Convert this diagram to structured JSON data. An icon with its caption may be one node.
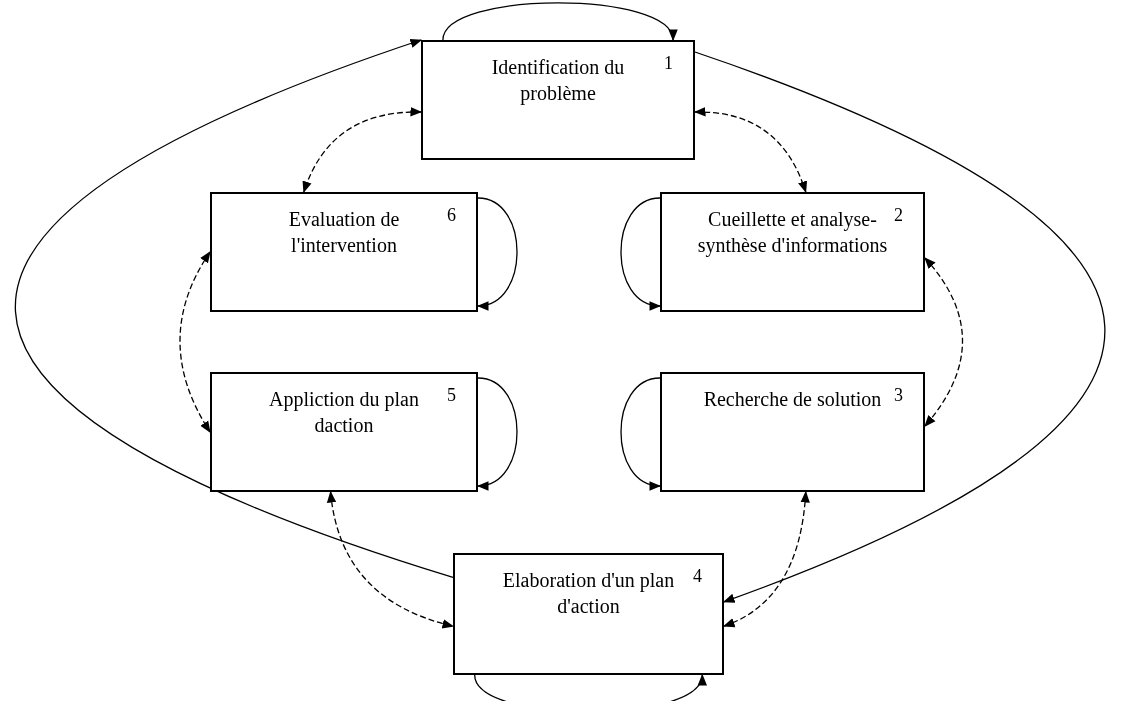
{
  "diagram": {
    "nodes": [
      {
        "text": [
          "Identification du problème",
          "1"
        ]
      },
      {
        "text": [
          "Evaluation de l'intervention",
          "6"
        ]
      },
      {
        "text": [
          "Cueillette et analyse-synthèse d'informations",
          "2"
        ]
      },
      {
        "text": [
          "Appliction du plan daction",
          "5"
        ]
      },
      {
        "text": [
          "Recherche de solution",
          "3"
        ]
      },
      {
        "text": [
          "Elaboration d'un plan d'action",
          "4"
        ]
      }
    ],
    "edges": [
      {
        "from": 0,
        "to": 1,
        "arrow": "both",
        "style": "dashed"
      },
      {
        "from": 0,
        "to": 2,
        "arrow": "both",
        "style": "dashed"
      },
      {
        "from": 2,
        "to": 4,
        "arrow": "both",
        "style": "dashed"
      },
      {
        "from": 4,
        "to": 5,
        "arrow": "both",
        "style": "dashed"
      },
      {
        "from": 3,
        "to": 5,
        "arrow": "both",
        "style": "dashed"
      },
      {
        "from": 1,
        "to": 3,
        "arrow": "both",
        "style": "dashed"
      },
      {
        "from": 5,
        "to": 0,
        "arrow": "to"
      },
      {
        "from": 0,
        "to": 5,
        "arrow": "to"
      },
      {
        "from": 0,
        "to": 0,
        "arrow": "to"
      },
      {
        "from": 1,
        "to": 1,
        "arrow": "to"
      },
      {
        "from": 2,
        "to": 2,
        "arrow": "to"
      },
      {
        "from": 3,
        "to": 3,
        "arrow": "to"
      },
      {
        "from": 4,
        "to": 4,
        "arrow": "to"
      },
      {
        "from": 5,
        "to": 5,
        "arrow": "to"
      }
    ]
  }
}
